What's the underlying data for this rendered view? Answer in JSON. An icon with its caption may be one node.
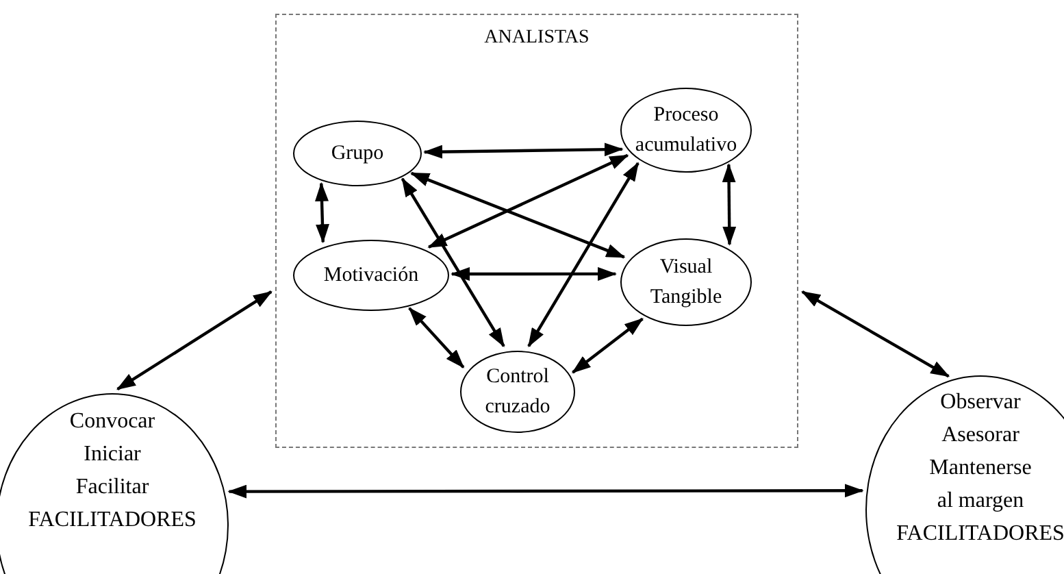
{
  "diagram": {
    "nodes": [
      {
        "text": [
          "ANALISTAS"
        ]
      },
      {
        "text": [
          "Grupo"
        ],
        "in": 0
      },
      {
        "text": [
          "Proceso acumulativo"
        ],
        "in": 0
      },
      {
        "text": [
          "Motivación"
        ],
        "in": 0
      },
      {
        "text": [
          "Visual Tangible"
        ],
        "in": 0
      },
      {
        "text": [
          "Control cruzado"
        ],
        "in": 0
      },
      {
        "text": [
          "Convocar",
          "Iniciar",
          "Facilitar",
          "FACILITADORES"
        ]
      },
      {
        "text": [
          "Observar",
          "Asesorar",
          "Mantenerse",
          "al margen",
          "FACILITADORES"
        ]
      }
    ],
    "edges": [
      {
        "from": 1,
        "to": 2,
        "arrow": "both"
      },
      {
        "from": 1,
        "to": 3,
        "arrow": "both"
      },
      {
        "from": 2,
        "to": 4,
        "arrow": "both"
      },
      {
        "from": 3,
        "to": 4,
        "arrow": "both"
      },
      {
        "from": 1,
        "to": 4,
        "arrow": "both"
      },
      {
        "from": 3,
        "to": 2,
        "arrow": "both"
      },
      {
        "from": 1,
        "to": 5,
        "arrow": "both"
      },
      {
        "from": 2,
        "to": 5,
        "arrow": "both"
      },
      {
        "from": 3,
        "to": 5,
        "arrow": "both"
      },
      {
        "from": 4,
        "to": 5,
        "arrow": "both"
      },
      {
        "from": 6,
        "to": 0,
        "arrow": "both"
      },
      {
        "from": 0,
        "to": 7,
        "arrow": "both"
      },
      {
        "from": 6,
        "to": 7,
        "arrow": "both"
      }
    ]
  }
}
